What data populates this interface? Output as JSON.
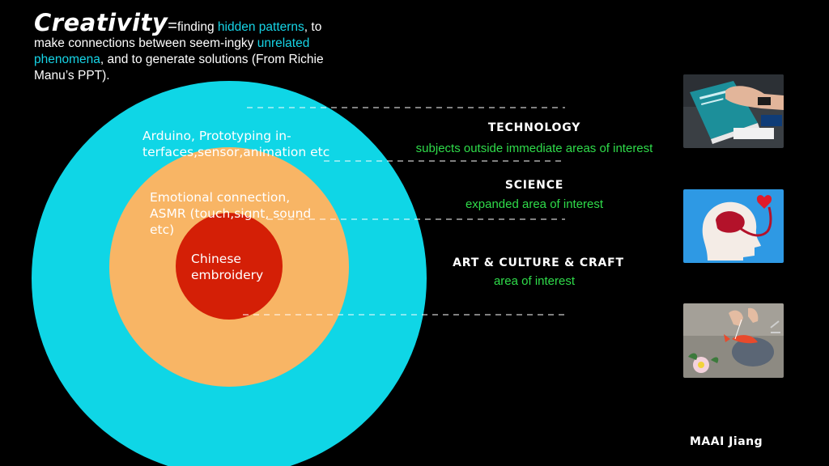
{
  "title": {
    "word": "Creativity",
    "equals": "=",
    "t1": "finding ",
    "h1": "hidden",
    "h2": "patterns",
    "t2": ", to make connections between seem-ingky ",
    "h3": "unrelated phenomena",
    "t3": ", and to generate solutions (From Richie Manu’s PPT)."
  },
  "rings": {
    "outer": "Arduino, Prototyping in-terfaces,sensor,animation etc",
    "middle": "Emotional connection, ASMR (touch,signt, sound etc)",
    "inner": "Chinese embroidery"
  },
  "categories": [
    {
      "label": "TECHNOLOGY",
      "description": "subjects outside immediate areas of interest"
    },
    {
      "label": "SCIENCE",
      "description": "expanded area of interest"
    },
    {
      "label": "ART  &  CULTURE &  CRAFT",
      "description": "area of interest"
    }
  ],
  "colors": {
    "outer": "#0fd6e6",
    "middle": "#f8b565",
    "inner": "#d41f06",
    "highlight": "#16d4e6",
    "description": "#2fdc4a"
  },
  "author": "MAAI  Jiang"
}
